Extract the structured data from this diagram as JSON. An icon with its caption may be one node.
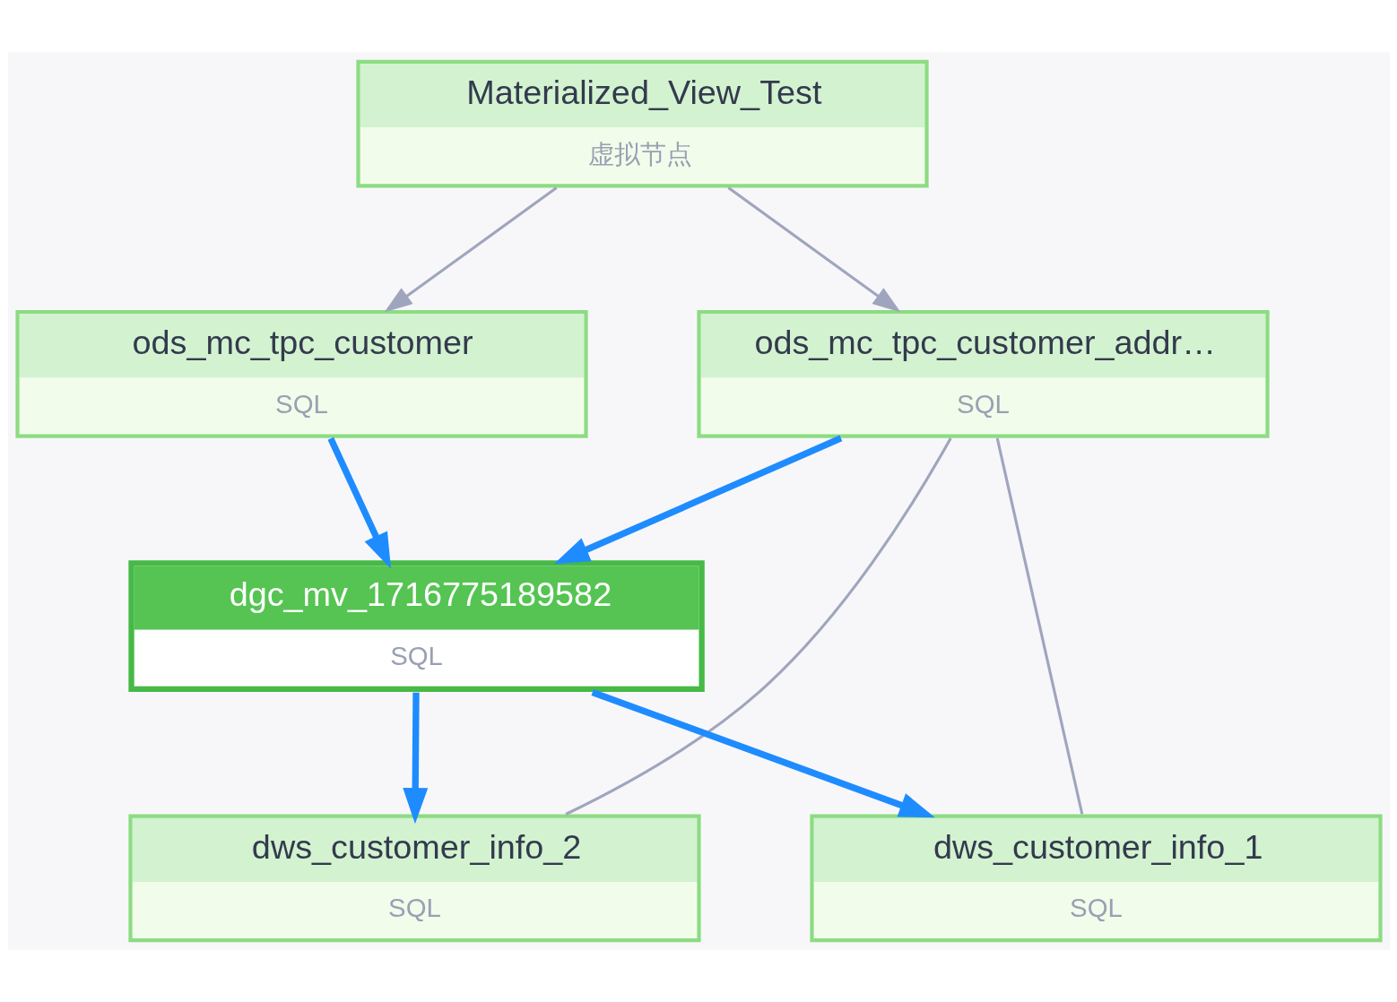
{
  "diagram": {
    "nodes": [
      {
        "text": [
          "Materialized_View_Test",
          "虚拟节点"
        ]
      },
      {
        "text": [
          "ods_mc_tpc_customer_addr…",
          "SQL"
        ]
      },
      {
        "text": [
          "ods_mc_tpc_customer",
          "SQL"
        ]
      },
      {
        "text": [
          "dgc_mv_1716775189582",
          "SQL"
        ]
      },
      {
        "text": [
          "dws_customer_info_2",
          "SQL"
        ]
      },
      {
        "text": [
          "dws_customer_info_1",
          "SQL"
        ]
      }
    ],
    "edges": [
      {
        "from": 0,
        "to": 1,
        "arrow": "to"
      },
      {
        "from": 0,
        "to": 2,
        "arrow": "to"
      },
      {
        "from": 1,
        "to": 3,
        "arrow": "to",
        "style": "thick",
        "color": "#1e8cff"
      },
      {
        "from": 2,
        "to": 3,
        "arrow": "to",
        "style": "thick",
        "color": "#1e8cff"
      },
      {
        "from": 1,
        "to": 4,
        "arrow": "none"
      },
      {
        "from": 1,
        "to": 5,
        "arrow": "none"
      },
      {
        "from": 3,
        "to": 4,
        "arrow": "to",
        "style": "thick",
        "color": "#1e8cff"
      },
      {
        "from": 3,
        "to": 5,
        "arrow": "to",
        "style": "thick",
        "color": "#1e8cff"
      }
    ]
  }
}
